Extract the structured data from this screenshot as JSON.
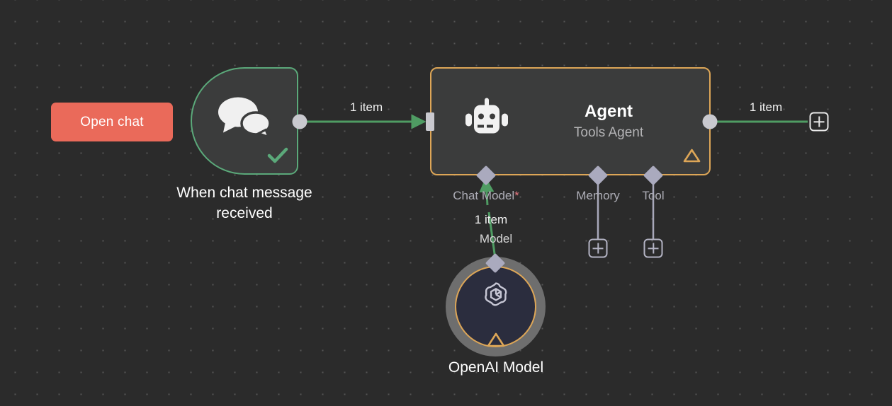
{
  "canvas": {
    "background_color": "#2b2b2b",
    "grid_dot_color": "#555555"
  },
  "open_chat_button": {
    "label": "Open chat",
    "color": "#ea6a5a"
  },
  "trigger_node": {
    "label_line1": "When chat message",
    "label_line2": "received",
    "icon": "chat-bubbles-icon",
    "status_icon": "green-check-icon",
    "border_color": "#5ba97a"
  },
  "agent_node": {
    "title": "Agent",
    "subtitle": "Tools Agent",
    "icon": "robot-icon",
    "warning_icon": "warning-triangle-icon",
    "border_color": "#dda657",
    "ports": [
      {
        "name": "Chat Model",
        "required": true,
        "required_marker": "*"
      },
      {
        "name": "Memory",
        "required": false,
        "required_marker": ""
      },
      {
        "name": "Tool",
        "required": false,
        "required_marker": ""
      }
    ]
  },
  "openai_node": {
    "label": "OpenAI Model",
    "icon": "openai-logo-icon",
    "warning_icon": "warning-triangle-icon",
    "port_label": "Model",
    "border_color": "#dda657"
  },
  "edges": {
    "trigger_to_agent_label": "1 item",
    "agent_output_label": "1 item",
    "model_to_agent_label": "1 item",
    "color": "#4f9c63"
  },
  "add_buttons": {
    "output_add": "+",
    "memory_add": "+",
    "tool_add": "+"
  }
}
